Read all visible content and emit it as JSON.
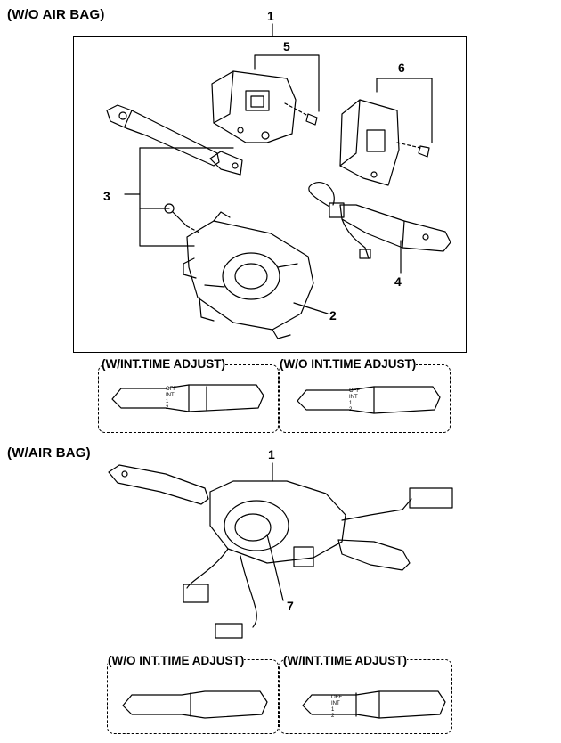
{
  "section_top": {
    "title": "(W/O AIR BAG)"
  },
  "section_bottom": {
    "title": "(W/AIR BAG)"
  },
  "callouts_top": {
    "c1": "1",
    "c2": "2",
    "c3": "3",
    "c4": "4",
    "c5": "5",
    "c6": "6"
  },
  "callouts_bottom": {
    "c1": "1",
    "c7": "7"
  },
  "variants_top": {
    "left": "(W/INT.TIME ADJUST)",
    "right": "(W/O INT.TIME ADJUST)"
  },
  "variants_bottom": {
    "left": "(W/O INT.TIME ADJUST)",
    "right": "(W/INT.TIME ADJUST)"
  },
  "wiper_marks": {
    "off": "OFF",
    "int": "INT",
    "one": "1",
    "two": "2"
  }
}
